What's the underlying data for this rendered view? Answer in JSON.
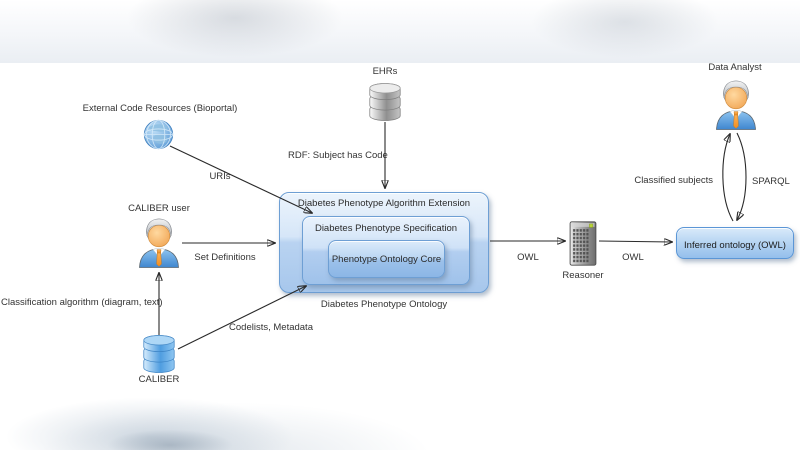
{
  "diagram": {
    "nodes": {
      "ehrs": {
        "label": "EHRs",
        "icon": "database-icon",
        "color": "#c9c9c9"
      },
      "external_resources": {
        "label": "External Code Resources (Bioportal)",
        "icon": "globe-icon",
        "color": "#5797d4"
      },
      "caliber_user": {
        "label": "CALIBER user",
        "icon": "person-icon"
      },
      "caliber_db": {
        "label": "CALIBER",
        "icon": "database-icon",
        "color": "#4f9de0"
      },
      "algorithm_extension": {
        "label": "Diabetes Phenotype Algorithm Extension"
      },
      "specification": {
        "label": "Diabetes Phenotype Specification"
      },
      "ontology_core": {
        "label": "Phenotype Ontology Core"
      },
      "ontology_caption": {
        "label": "Diabetes Phenotype Ontology"
      },
      "reasoner": {
        "label": "Reasoner",
        "icon": "server-icon"
      },
      "inferred_ontology": {
        "label": "Inferred ontology (OWL)"
      },
      "data_analyst": {
        "label": "Data Analyst",
        "icon": "person-icon"
      }
    },
    "edges": {
      "uris": {
        "label": "URIs",
        "from": "external_resources",
        "to": "specification"
      },
      "rdf_subject_has_code": {
        "label": "RDF: Subject has Code",
        "from": "ehrs",
        "to": "algorithm_extension"
      },
      "set_definitions": {
        "label": "Set Definitions",
        "from": "caliber_user",
        "to": "algorithm_extension"
      },
      "classification": {
        "label": "Classification algorithm (diagram, text)",
        "from": "caliber_db",
        "to": "caliber_user"
      },
      "codelists_metadata": {
        "label": "Codelists, Metadata",
        "from": "caliber_db",
        "to": "algorithm_extension"
      },
      "owl_to_reasoner": {
        "label": "OWL",
        "from": "algorithm_extension",
        "to": "reasoner"
      },
      "owl_to_inferred": {
        "label": "OWL",
        "from": "reasoner",
        "to": "inferred_ontology"
      },
      "classified_subjects": {
        "label": "Classified subjects",
        "from": "inferred_ontology",
        "to": "data_analyst"
      },
      "sparql": {
        "label": "SPARQL",
        "from": "data_analyst",
        "to": "inferred_ontology"
      }
    },
    "colors": {
      "box_fill_top": "#ecf4fc",
      "box_fill_bottom": "#a7c7ec",
      "box_border": "#6e9fd4",
      "arrow": "#2a2a2a",
      "text": "#333333",
      "person_body": "#4a90d9",
      "person_face": "#f5ab55",
      "person_hair": "#c9cdd2",
      "tie": "#f39a2e",
      "server_led": "#b9d437"
    }
  }
}
